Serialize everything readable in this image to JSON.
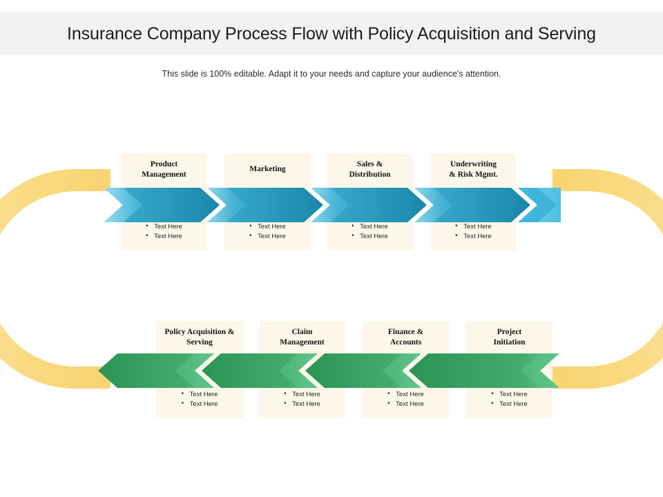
{
  "slide": {
    "title": "Insurance Company Process Flow with Policy Acquisition and Serving",
    "subtitle": "This slide is 100% editable. Adapt it to your needs and capture your audience's attention."
  },
  "colors": {
    "header_band": "#f2f2f2",
    "box_fill": "#fcf7e9",
    "arrow_blue_dark": "#1b86ab",
    "arrow_blue_mid": "#1d9cc0",
    "arrow_blue_light": "#59c5e4",
    "arrow_green_dark": "#2e9e5b",
    "arrow_green_mid": "#3faa6a",
    "arrow_green_light": "#5cc286",
    "ring_yellow": "#f9d97c",
    "title_text": "#1b1b1b"
  },
  "diagram": {
    "type": "serpentine-process-flow",
    "top_row": {
      "direction": "left-to-right",
      "color": "blue",
      "steps": [
        {
          "title": "Product\nManagement",
          "title_line1": "Product",
          "title_line2": "Management",
          "bullets": [
            "Text Here",
            "Text Here"
          ]
        },
        {
          "title": "Marketing",
          "title_line1": "Marketing",
          "title_line2": "",
          "bullets": [
            "Text Here",
            "Text Here"
          ]
        },
        {
          "title": "Sales &\nDistribution",
          "title_line1": "Sales &",
          "title_line2": "Distribution",
          "bullets": [
            "Text Here",
            "Text Here"
          ]
        },
        {
          "title": "Underwriting\n& Risk Mgmt.",
          "title_line1": "Underwriting",
          "title_line2": "& Risk Mgmt.",
          "bullets": [
            "Text Here",
            "Text Here"
          ]
        }
      ]
    },
    "bottom_row": {
      "direction": "right-to-left",
      "color": "green",
      "steps": [
        {
          "title": "Policy Acquisition &\nServing",
          "title_line1": "Policy Acquisition &",
          "title_line2": "Serving",
          "bullets": [
            "Text Here",
            "Text Here"
          ]
        },
        {
          "title": "Claim\nManagement",
          "title_line1": "Claim",
          "title_line2": "Management",
          "bullets": [
            "Text Here",
            "Text Here"
          ]
        },
        {
          "title": "Finance &\nAccounts",
          "title_line1": "Finance &",
          "title_line2": "Accounts",
          "bullets": [
            "Text Here",
            "Text Here"
          ]
        },
        {
          "title": "Project\nInitiation",
          "title_line1": "Project",
          "title_line2": "Initiation",
          "bullets": [
            "Text Here",
            "Text Here"
          ]
        }
      ]
    },
    "connectors": [
      {
        "name": "left-u-turn",
        "color": "#f9d97c",
        "shape": "half-ring-open-right"
      },
      {
        "name": "right-u-turn",
        "color": "#f9d97c",
        "shape": "half-ring-open-left"
      }
    ]
  }
}
